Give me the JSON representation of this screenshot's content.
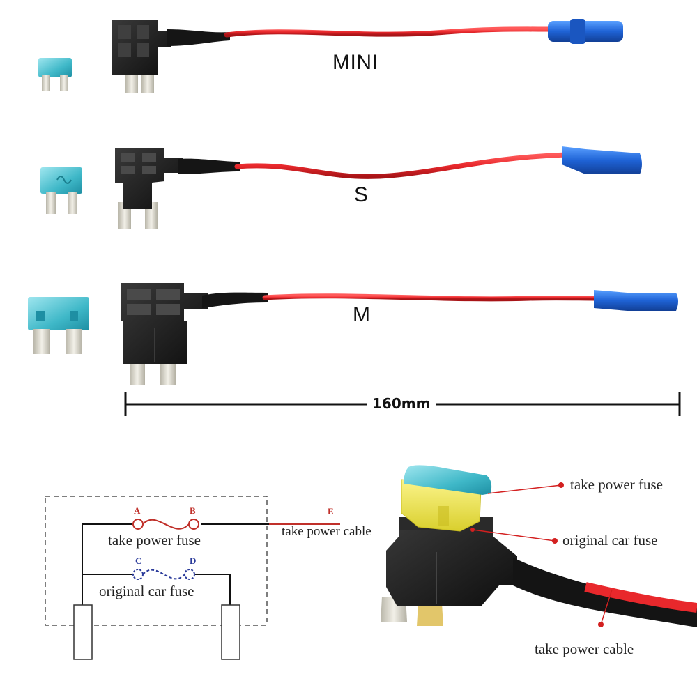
{
  "products": [
    {
      "label": "MINI"
    },
    {
      "label": "S"
    },
    {
      "label": "M"
    }
  ],
  "dimension": {
    "label": "160mm"
  },
  "circuit": {
    "point_a": "A",
    "point_b": "B",
    "point_c": "C",
    "point_d": "D",
    "point_e": "E",
    "fuse_top_label": "take power fuse",
    "fuse_bottom_label": "original car fuse",
    "cable_label": "take power cable"
  },
  "callouts": {
    "take_power_fuse": "take power fuse",
    "original_car_fuse": "original car fuse",
    "take_power_cable": "take power cable"
  },
  "colors": {
    "wire_red": "#e8282c",
    "terminal_blue": "#1f63d6",
    "fuse_teal": "#3fb8c8",
    "fuse_yellow": "#f1e94a",
    "holder_black": "#1b1b1b",
    "blade_silver": "#d7d4c8",
    "diagram_red": "#c0302a",
    "diagram_blue": "#2a3a9a"
  }
}
